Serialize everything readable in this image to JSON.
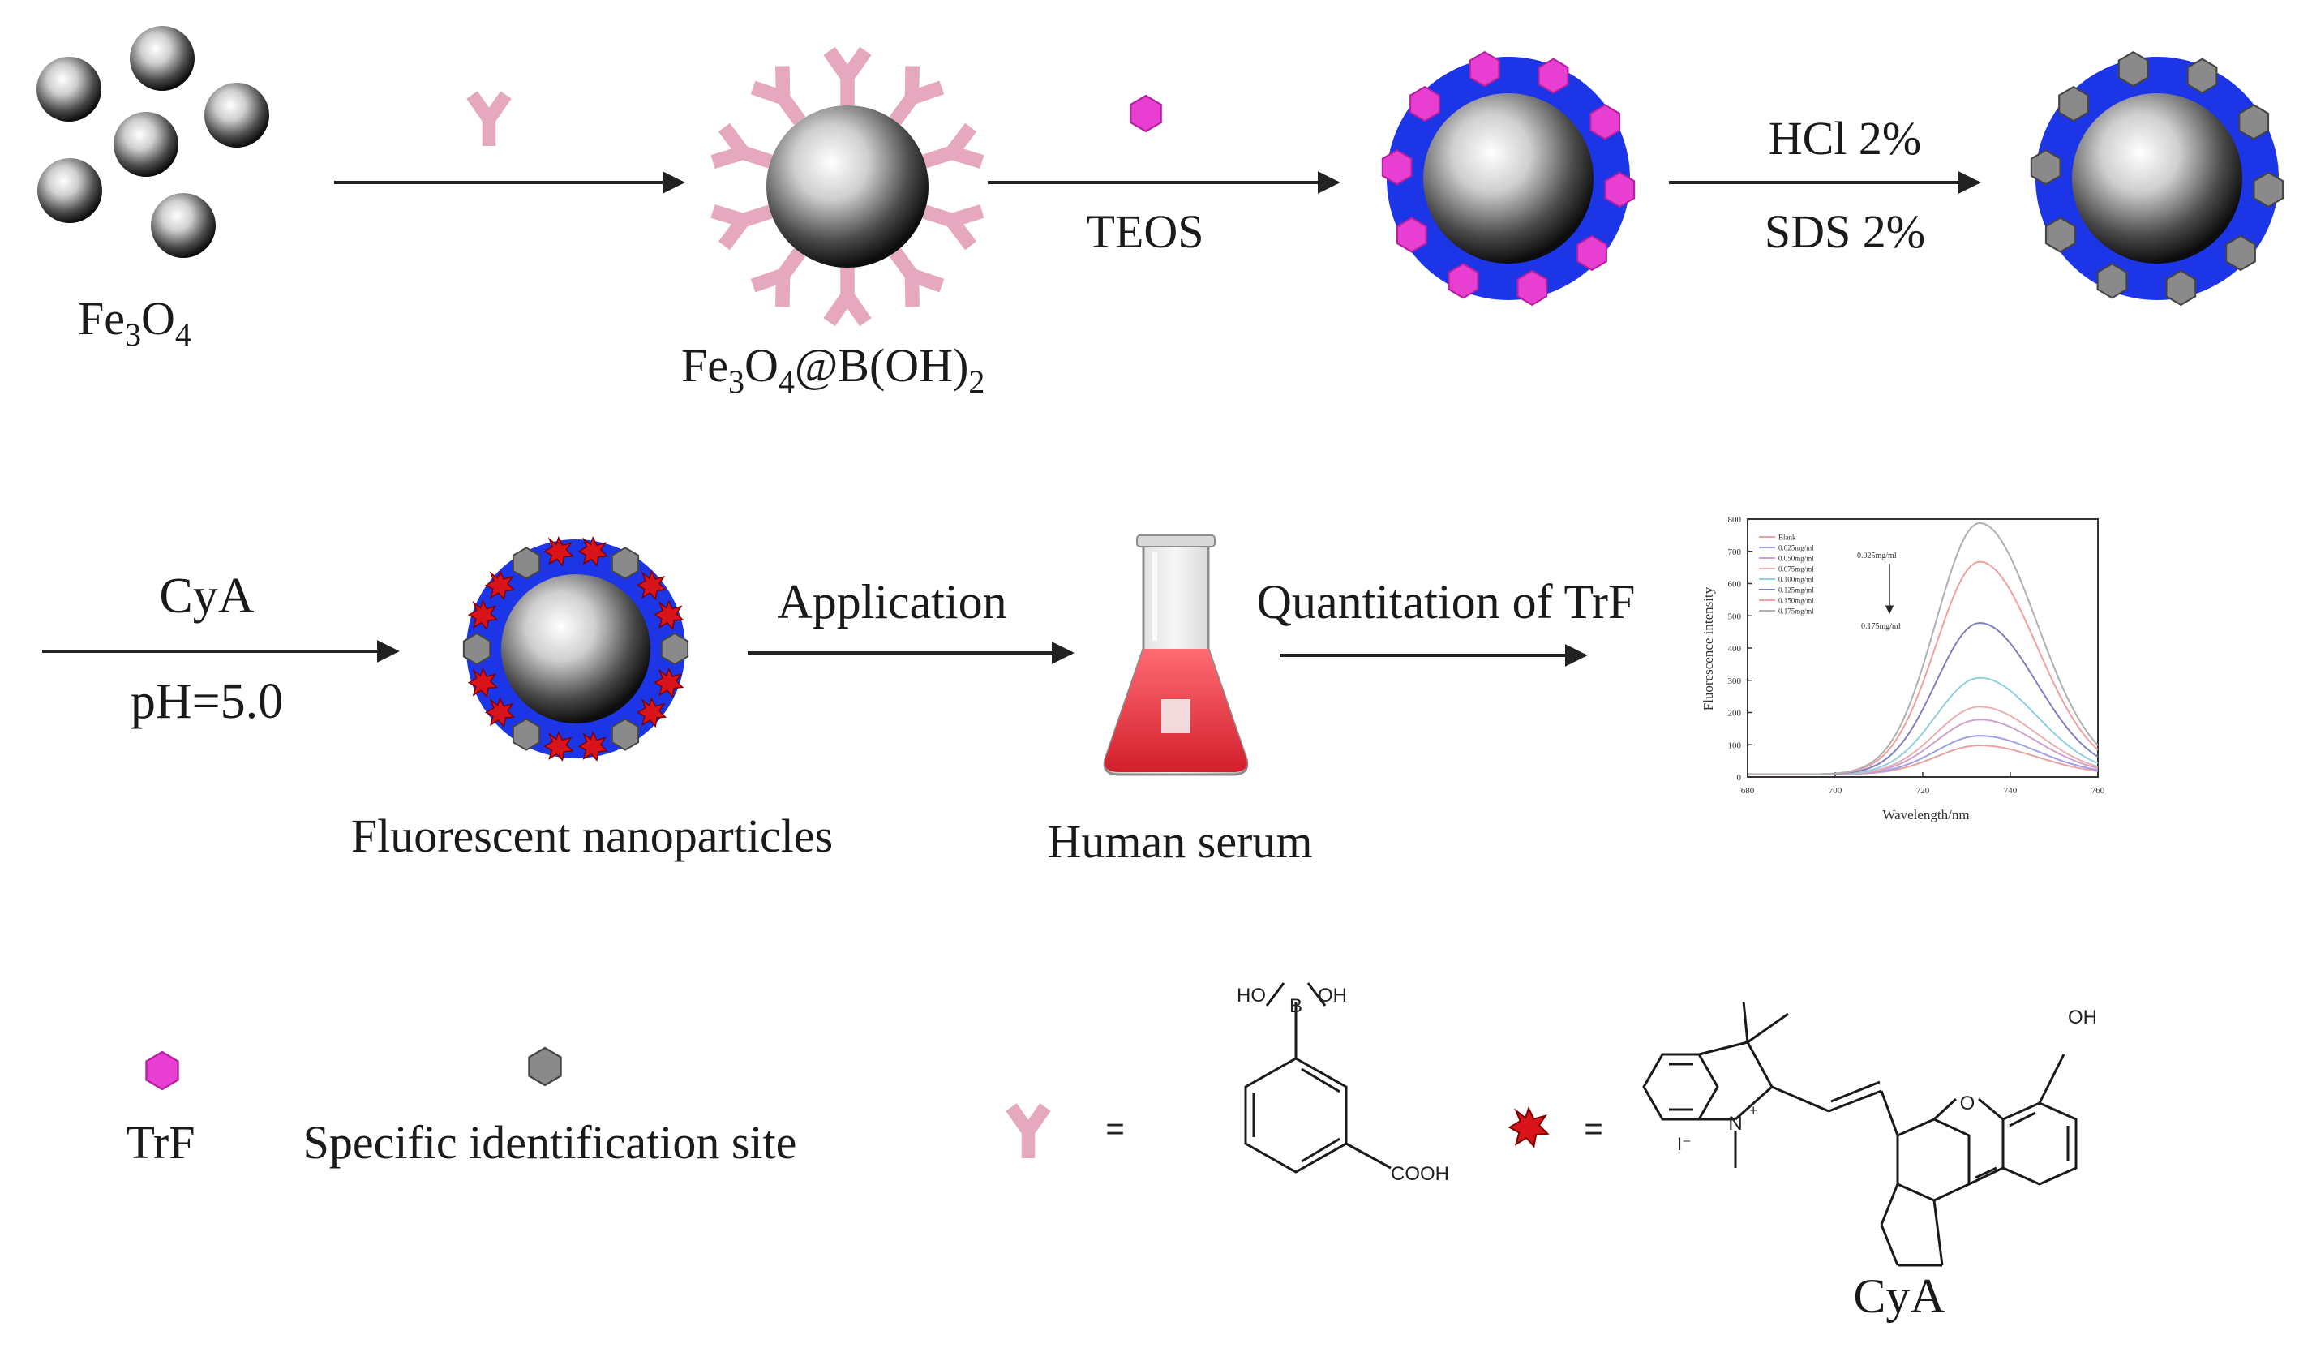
{
  "colors": {
    "silica_shell": "#1c35e6",
    "trf": "#e83fd2",
    "site": "#8a8a8a",
    "boronic_ligand": "#e6a8bf",
    "cya_star": "#d8141a",
    "serum_liquid": "#e8404a"
  },
  "icons": {
    "core": "gray-sphere-icon",
    "ligand": "y-shaped-ligand-icon",
    "trf": "magenta-hexagon-icon",
    "site": "gray-hexagon-icon",
    "cya": "red-star-icon",
    "flask": "erlenmeyer-flask-icon"
  },
  "row1": {
    "fe3o4": {
      "main": "Fe",
      "s1": "3",
      "mid": "O",
      "s2": "4"
    },
    "fe3o4_boronic": {
      "main": "Fe",
      "s1": "3",
      "mid": "O",
      "s2": "4",
      "tail": "@B(OH)",
      "s3": "2"
    },
    "teos": "TEOS",
    "hcl": "HCl 2%",
    "sds": "SDS 2%"
  },
  "row2": {
    "cya": "CyA",
    "ph": "pH=5.0",
    "application": "Application",
    "quantitation": "Quantitation of TrF",
    "fluorescent_np": "Fluorescent nanoparticles",
    "human_serum": "Human serum"
  },
  "legend": {
    "trf_label": "TrF",
    "site_label": "Specific identification site",
    "equals": "="
  },
  "boronic_structure": {
    "ho": "HO",
    "oh": "OH",
    "b": "B",
    "cooh": "COOH"
  },
  "cya_structure": {
    "oh": "OH",
    "o": "O",
    "n": "N",
    "plus": "+",
    "iodide": "I⁻",
    "name": "CyA"
  },
  "chart_data": {
    "type": "line",
    "title": "",
    "xlabel": "Wavelength/nm",
    "ylabel": "Fluorescence intensity",
    "xlim": [
      680,
      760
    ],
    "ylim": [
      0,
      800
    ],
    "xticks": [
      "680",
      "700",
      "720",
      "740",
      "760"
    ],
    "yticks": [
      "0",
      "100",
      "200",
      "300",
      "400",
      "500",
      "600",
      "700",
      "800"
    ],
    "legend_position": "top-left",
    "annotation_top": "0.025mg/ml",
    "annotation_bottom": "0.175mg/ml",
    "series": [
      {
        "name": "Blank",
        "color": "#e8a0a0",
        "peak": 90
      },
      {
        "name": "0.025mg/ml",
        "color": "#a0a0e8",
        "peak": 120
      },
      {
        "name": "0.050mg/ml",
        "color": "#d0a0d0",
        "peak": 170
      },
      {
        "name": "0.075mg/ml",
        "color": "#e8b0b0",
        "peak": 210
      },
      {
        "name": "0.100mg/ml",
        "color": "#90d0e0",
        "peak": 300
      },
      {
        "name": "0.125mg/ml",
        "color": "#8080c0",
        "peak": 470
      },
      {
        "name": "0.150mg/ml",
        "color": "#f0a0a0",
        "peak": 660
      },
      {
        "name": "0.175mg/ml",
        "color": "#b0b0b0",
        "peak": 780
      }
    ]
  }
}
